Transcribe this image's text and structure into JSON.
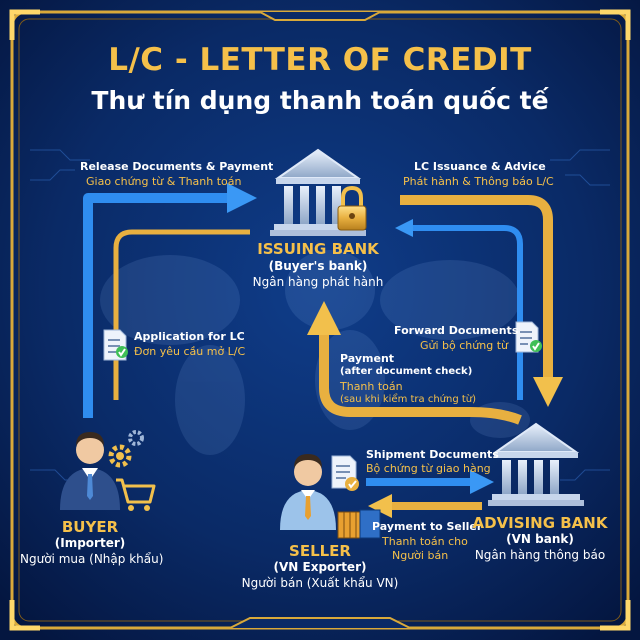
{
  "title": {
    "prefix": "L/C - ",
    "main": "LETTER OF CREDIT"
  },
  "subtitle": "Thư tín dụng thanh toán quốc tế",
  "colors": {
    "gold": "#f5c04a",
    "blue_arrow": "#2f8df0",
    "background": "#0a2a66",
    "frame": "#d9a93a"
  },
  "icons": [
    "bank-icon",
    "lock-icon",
    "person-icon",
    "gear-icon",
    "cart-icon",
    "document-icon",
    "check-icon",
    "cargo-box-icon"
  ],
  "nodes": {
    "issuing_bank": {
      "name": "ISSUING BANK",
      "role": "(Buyer's bank)",
      "vn": "Ngân hàng phát hành"
    },
    "buyer": {
      "name": "BUYER",
      "role": "(Importer)",
      "vn": "Người mua (Nhập khẩu)"
    },
    "seller": {
      "name": "SELLER",
      "role": "(VN Exporter)",
      "vn": "Người bán (Xuất khẩu VN)"
    },
    "advising_bank": {
      "name": "ADVISING BANK",
      "role": "(VN bank)",
      "vn": "Ngân hàng thông báo"
    }
  },
  "flows": {
    "release": {
      "en": "Release Documents & Payment",
      "vn": "Giao chứng từ & Thanh toán"
    },
    "issuance": {
      "en": "LC Issuance & Advice",
      "vn": "Phát hành & Thông báo L/C"
    },
    "application": {
      "en": "Application for LC",
      "vn": "Đơn yêu cầu mở L/C"
    },
    "forward": {
      "en": "Forward Documents",
      "vn": "Gửi bộ chứng từ"
    },
    "payment": {
      "en": "Payment",
      "en2": "(after document check)",
      "vn": "Thanh toán",
      "vn2": "(sau khi kiểm tra chứng từ)"
    },
    "shipment": {
      "en": "Shipment Documents",
      "vn": "Bộ chứng từ giao hàng"
    },
    "pay_seller": {
      "en": "Payment to Seller",
      "vn": "Thanh toán cho",
      "vn2": "Người bán"
    }
  }
}
